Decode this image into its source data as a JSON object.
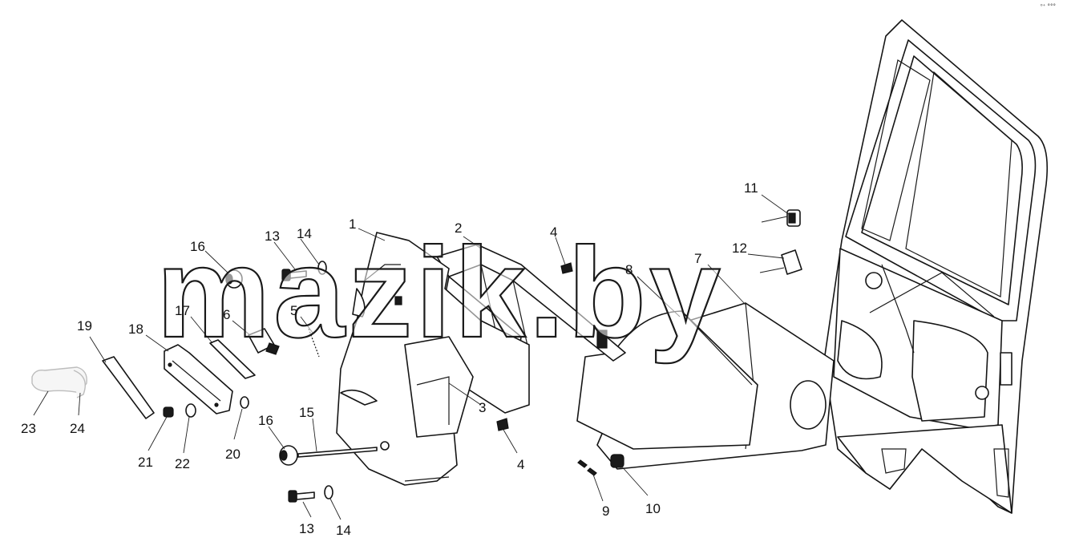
{
  "diagram": {
    "watermark": "mazik.by",
    "corner_mark": "⁰⁺ °°°",
    "callouts": {
      "c1": "1",
      "c2": "2",
      "c3": "3",
      "c4a": "4",
      "c4b": "4",
      "c5": "5",
      "c6": "6",
      "c7": "7",
      "c8": "8",
      "c9": "9",
      "c10": "10",
      "c11": "11",
      "c12": "12",
      "c13a": "13",
      "c13b": "13",
      "c14a": "14",
      "c14b": "14",
      "c15": "15",
      "c16a": "16",
      "c16b": "16",
      "c17": "17",
      "c18": "18",
      "c19": "19",
      "c20": "20",
      "c21": "21",
      "c22": "22",
      "c23": "23",
      "c24": "24"
    }
  }
}
